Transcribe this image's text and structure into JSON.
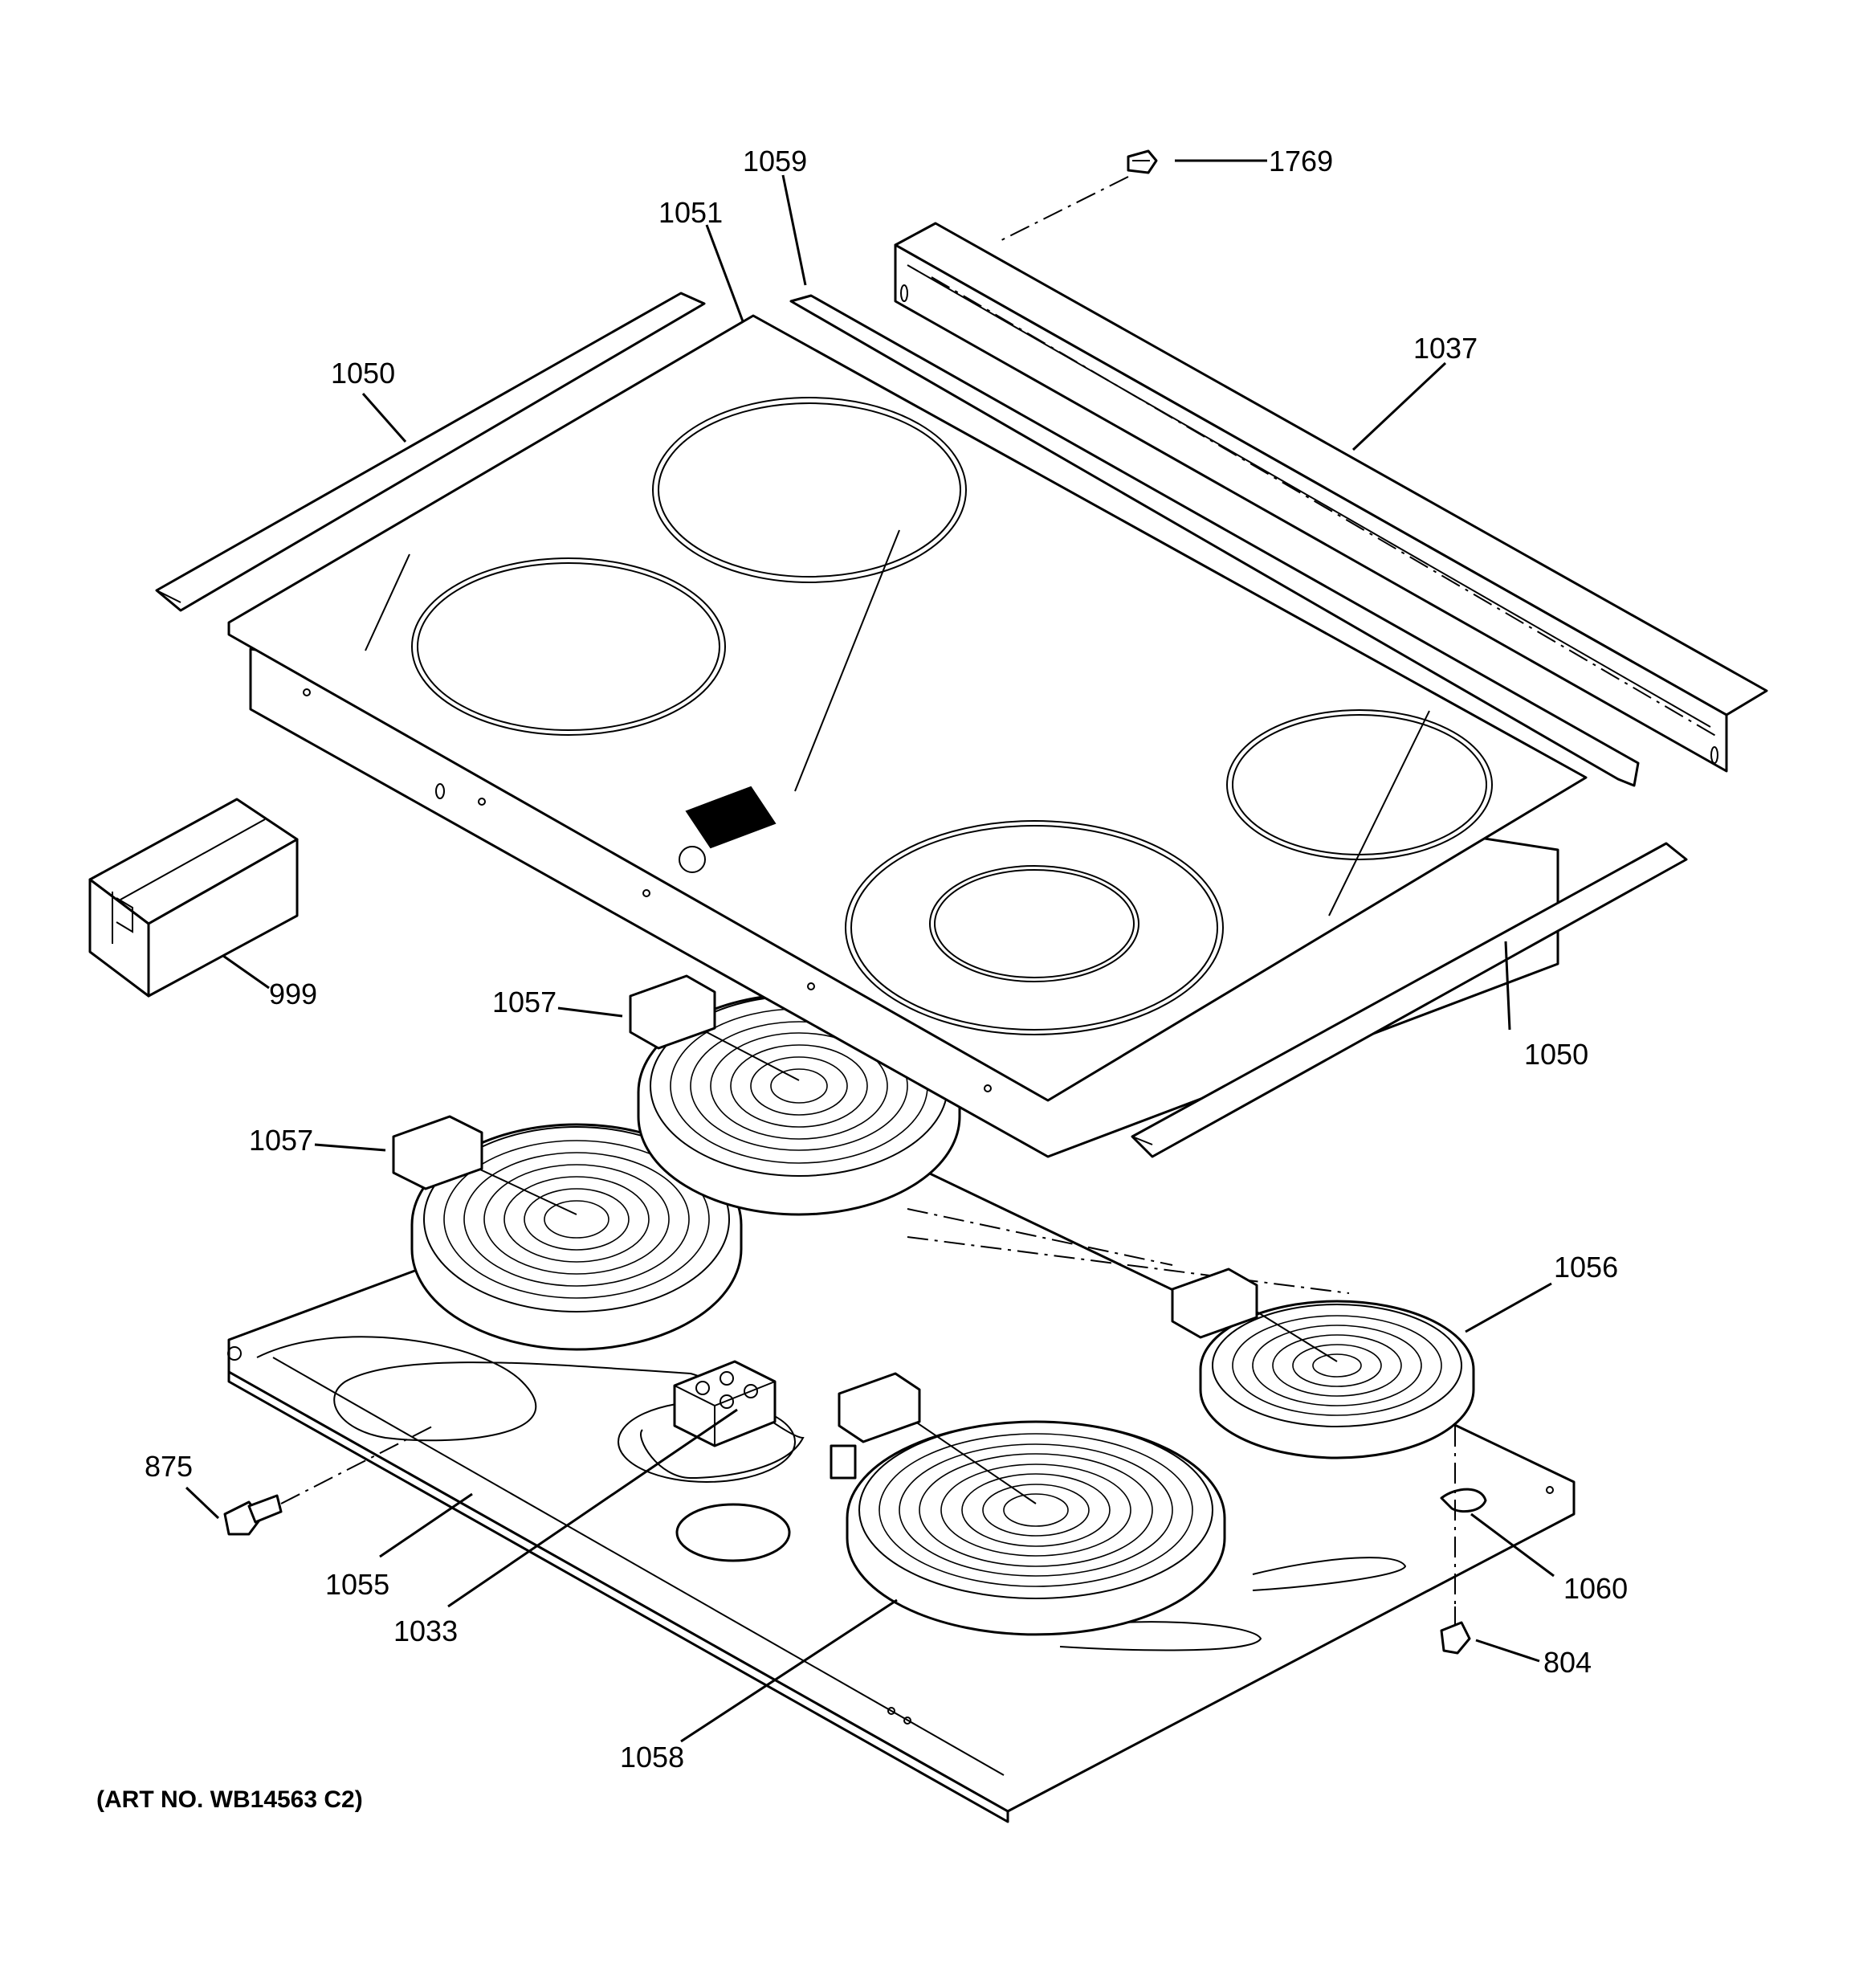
{
  "callouts": {
    "c1769": "1769",
    "c1059": "1059",
    "c1051": "1051",
    "c1037": "1037",
    "c1050_top": "1050",
    "c1050_right": "1050",
    "c999": "999",
    "c1057_a": "1057",
    "c1057_b": "1057",
    "c1056": "1056",
    "c875": "875",
    "c1055": "1055",
    "c1033": "1033",
    "c1058": "1058",
    "c1060": "1060",
    "c804": "804"
  },
  "caption": "(ART NO. WB14563 C2)"
}
